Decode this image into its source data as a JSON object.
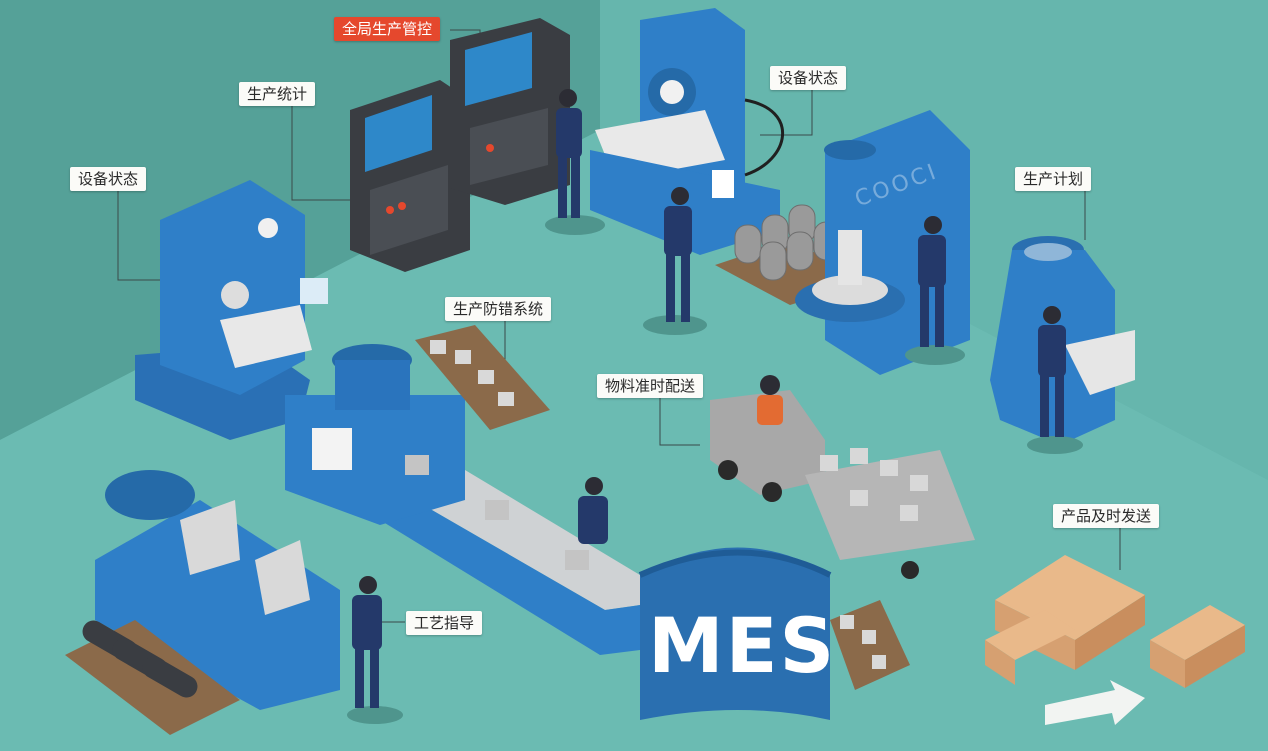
{
  "labels": {
    "global_control": "全局生产管控",
    "production_stats": "生产统计",
    "equipment_status_left": "设备状态",
    "equipment_status_top": "设备状态",
    "production_plan": "生产计划",
    "anti_error_system": "生产防错系统",
    "material_delivery": "物料准时配送",
    "product_shipping": "产品及时发送",
    "process_guidance": "工艺指导"
  },
  "title": "MES",
  "brand": "COOCI",
  "colors": {
    "background": "#5fb0a8",
    "machine_blue": "#2f7fc8",
    "accent_red": "#e5482d",
    "label_bg": "#fbfbf8"
  }
}
